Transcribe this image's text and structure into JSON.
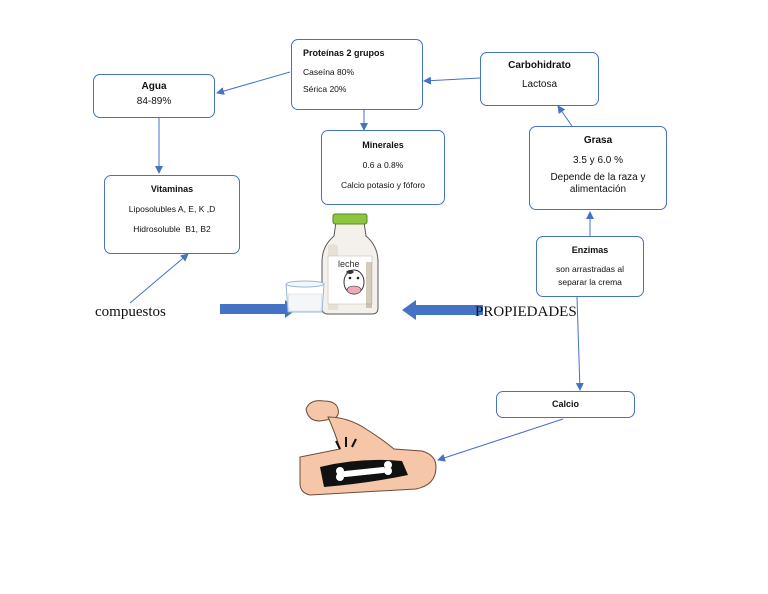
{
  "nodes": {
    "agua": {
      "title": "Agua",
      "lines": [
        "84-89%"
      ]
    },
    "proteinas": {
      "title": "Proteínas 2 grupos",
      "lines": [
        "Caseína 80%",
        "Sérica 20%"
      ]
    },
    "carbohidrato": {
      "title": "Carbohidrato",
      "lines": [
        "Lactosa"
      ]
    },
    "vitaminas": {
      "title": "Vitaminas",
      "lines": [
        "Liposolubles A, E, K ,D",
        "Hidrosoluble  B1, B2"
      ]
    },
    "minerales": {
      "title": "Minerales",
      "lines": [
        "0.6 a 0.8%",
        "Calcio potasio y fóforo"
      ]
    },
    "grasa": {
      "title": "Grasa",
      "lines": [
        "3.5 y 6.0 %",
        "Depende de la raza y alimentación"
      ]
    },
    "enzimas": {
      "title": "Enzimas",
      "lines": [
        "son arrastradas al separar la crema"
      ]
    },
    "calcio": {
      "title": "Calcio"
    }
  },
  "labels": {
    "compuestos": "compuestos",
    "propiedades": "PROPIEDADES",
    "bottle_text": "leche"
  },
  "colors": {
    "border": "#4472c4",
    "arrow": "#4472c4",
    "block_arrow": "#4472c4"
  }
}
